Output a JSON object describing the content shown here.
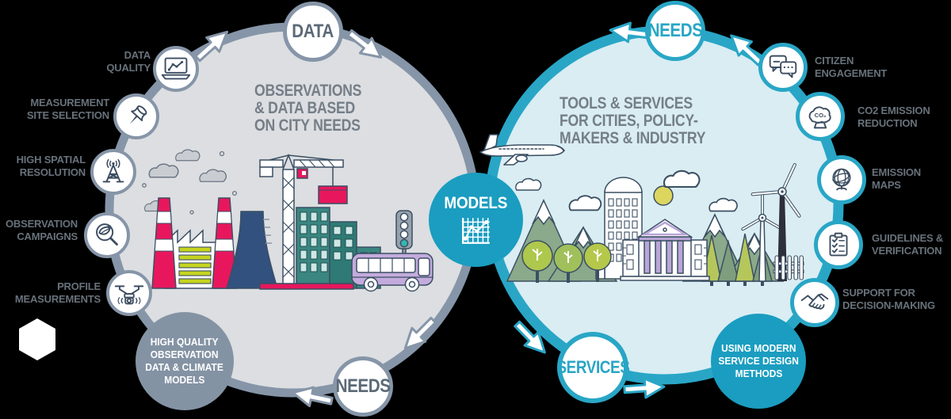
{
  "colors": {
    "background": "#000000",
    "left_ring": "#8695a8",
    "left_fill": "#dcdee1",
    "right_ring": "#29a6c6",
    "right_fill": "#d9edf3",
    "accent_teal": "#1a9dc0",
    "badge_gray": "#8493a4",
    "label_gray": "#68727b",
    "heading_gray": "#757e87",
    "pink": "#e8175d",
    "navy_outline": "#3b4f63"
  },
  "left_cycle": {
    "title_lines": [
      "OBSERVATIONS",
      "& DATA BASED",
      "ON CITY NEEDS"
    ],
    "top_node": "DATA",
    "bottom_node": "NEEDS",
    "badge_lines": [
      "HIGH QUALITY",
      "OBSERVATION",
      "DATA & CLIMATE",
      "MODELS"
    ],
    "items": [
      {
        "icon": "laptop-chart-icon",
        "lines": [
          "DATA",
          "QUALITY"
        ]
      },
      {
        "icon": "push-pin-icon",
        "lines": [
          "MEASUREMENT",
          "SITE SELECTION"
        ]
      },
      {
        "icon": "antenna-icon",
        "lines": [
          "HIGH SPATIAL",
          "RESOLUTION"
        ]
      },
      {
        "icon": "magnifier-leaf-icon",
        "lines": [
          "OBSERVATION",
          "CAMPAIGNS"
        ]
      },
      {
        "icon": "drone-icon",
        "lines": [
          "PROFILE",
          "MEASUREMENTS"
        ]
      }
    ]
  },
  "center_node": {
    "label": "MODELS",
    "icon": "chart-grid-icon"
  },
  "right_cycle": {
    "title_lines": [
      "TOOLS & SERVICES",
      "FOR CITIES, POLICY-",
      "MAKERS & INDUSTRY"
    ],
    "top_node": "NEEDS",
    "bottom_node": "SERVICES",
    "badge_lines": [
      "USING MODERN",
      "SERVICE DESIGN",
      "METHODS"
    ],
    "items": [
      {
        "icon": "speech-bubbles-icon",
        "lines": [
          "CITIZEN",
          "ENGAGEMENT"
        ]
      },
      {
        "icon": "co2-cloud-icon",
        "lines": [
          "CO2 EMISSION",
          "REDUCTION"
        ],
        "icon_text": "CO₂"
      },
      {
        "icon": "globe-icon",
        "lines": [
          "EMISSION",
          "MAPS"
        ]
      },
      {
        "icon": "clipboard-check-icon",
        "lines": [
          "GUIDELINES &",
          "VERIFICATION"
        ]
      },
      {
        "icon": "handshake-icon",
        "lines": [
          "SUPPORT FOR",
          "DECISION-MAKING"
        ]
      }
    ]
  }
}
